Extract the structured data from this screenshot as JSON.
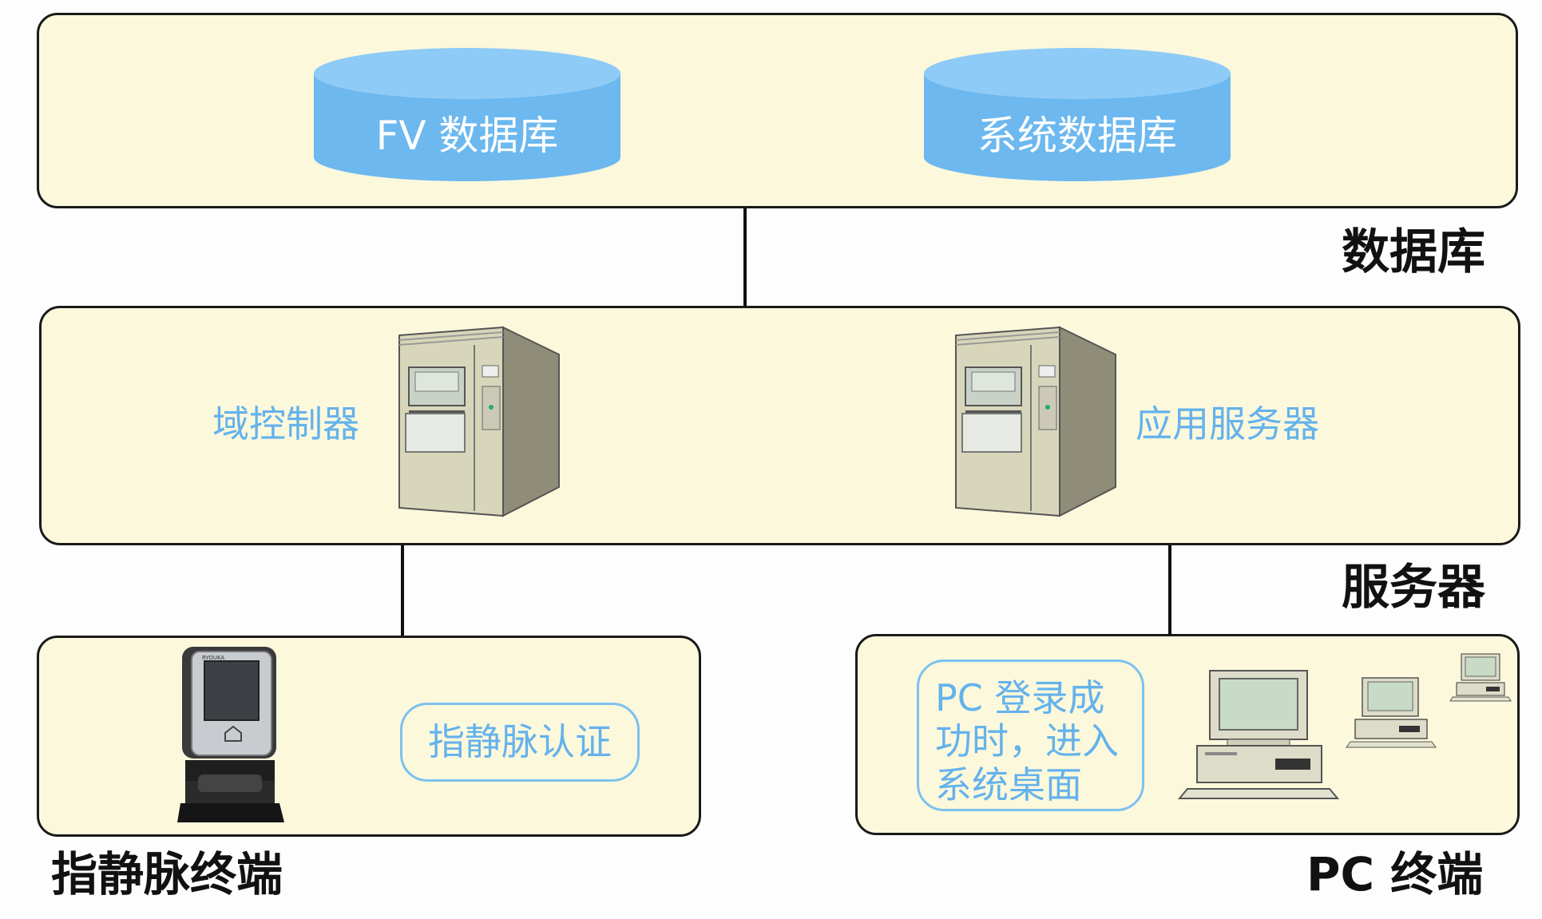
{
  "sections": {
    "database_label": "数据库",
    "server_label": "服务器",
    "finger_terminal_label": "指静脉终端",
    "pc_terminal_label": "PC 终端"
  },
  "databases": {
    "fv_db": "FV 数据库",
    "system_db": "系统数据库"
  },
  "servers": {
    "domain_controller": "域控制器",
    "app_server": "应用服务器"
  },
  "terminals": {
    "finger_auth": "指静脉认证",
    "pc_login": "PC  登录成\n功时，进入\n系统桌面",
    "device_brand": "RYOUKA"
  },
  "colors": {
    "panel_fill": "#fcf8dc",
    "cylinder_top": "#8ecbf6",
    "cylinder_body": "#6cb8ef",
    "accent_text": "#64b2ec"
  }
}
